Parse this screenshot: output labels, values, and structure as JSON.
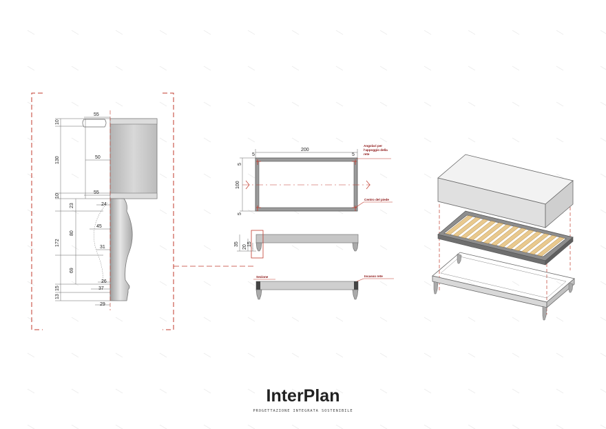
{
  "leg_dims": {
    "widths": [
      "55",
      "50",
      "55",
      "24",
      "45",
      "31",
      "26",
      "37",
      "29"
    ],
    "heights_top": [
      "10",
      "130",
      "10"
    ],
    "heights_leg": [
      "23",
      "80",
      "69"
    ],
    "total_leg": "172",
    "heights_foot": [
      "15",
      "13"
    ]
  },
  "plan": {
    "width": "200",
    "height": "100",
    "corner_offsets": [
      "5",
      "5",
      "5",
      "5"
    ],
    "note_corners": "Angolari per l'appoggio della rete",
    "note_leg_center": "Centro del piede"
  },
  "side": {
    "height_total": "35",
    "height_inner": "20",
    "height_small": "15"
  },
  "section": {
    "label": "Sezione",
    "note_recess": "Incasso rete"
  },
  "brand": {
    "name": "InterPlan",
    "tagline": "PROGETTAZIONE INTEGRATA SOSTENIBILE"
  },
  "colors": {
    "red_dash": "#c0392b",
    "frame_grey": "#7a7a7a",
    "slat_wood": "#e9c98e"
  }
}
